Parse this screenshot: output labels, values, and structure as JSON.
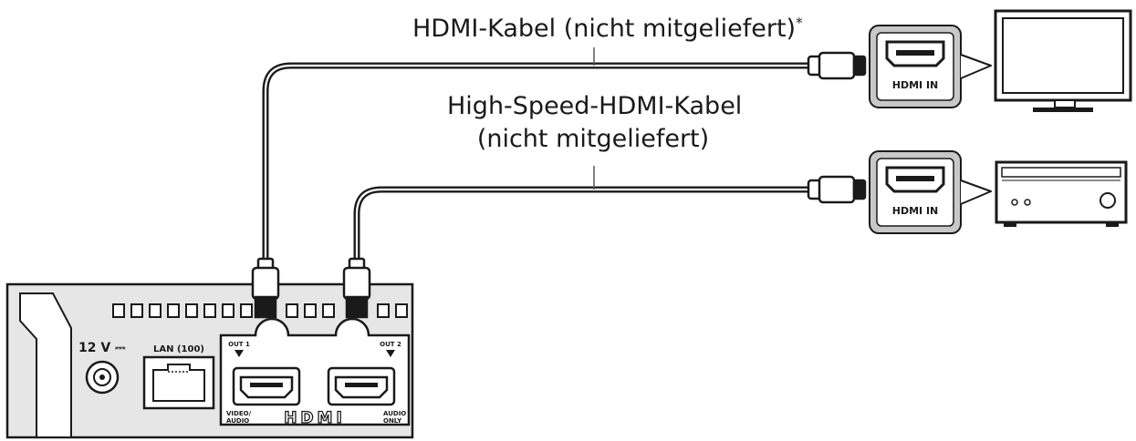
{
  "captions": {
    "hdmi_cable": "HDMI-Kabel (nicht mitgeliefert)",
    "hdmi_cable_footnote": "*",
    "high_speed_line1": "High-Speed-HDMI-Kabel",
    "high_speed_line2": "(nicht mitgeliefert)"
  },
  "tv_port_label": "HDMI IN",
  "amp_port_label": "HDMI IN",
  "player": {
    "power_label": "12 V ⎓",
    "lan_label": "LAN (100)",
    "out1_label": "OUT 1",
    "out2_label": "OUT 2",
    "video_audio_line1": "VIDEO/",
    "video_audio_line2": "AUDIO",
    "audio_only_line1": "AUDIO",
    "audio_only_line2": "ONLY",
    "hdmi_logo": "HDMI"
  },
  "colors": {
    "line": "#1a1a1a",
    "panel": "#e6e6e6",
    "port_box": "#c8c8c8",
    "bg": "#ffffff"
  }
}
